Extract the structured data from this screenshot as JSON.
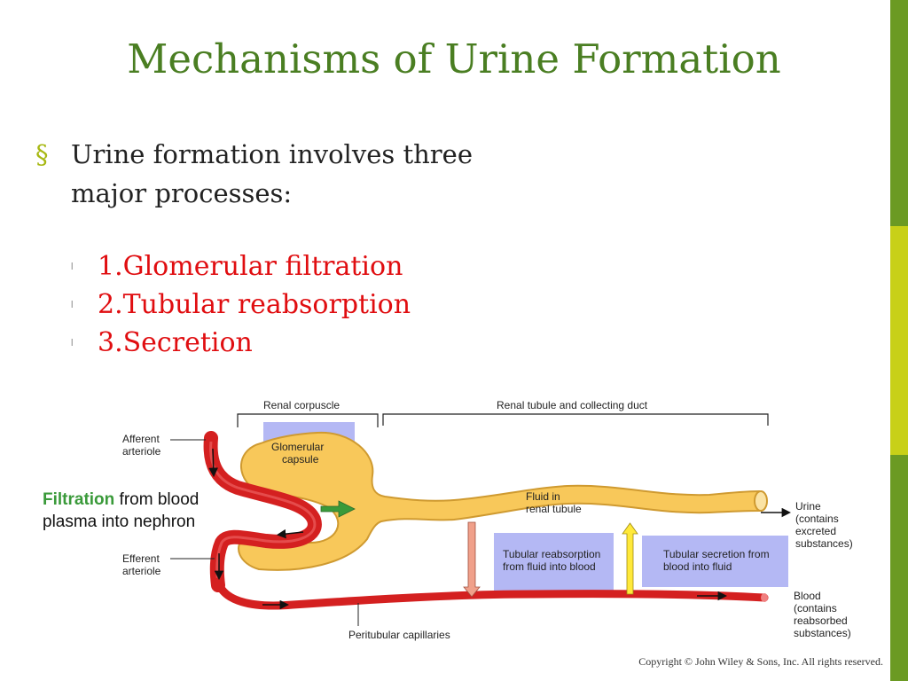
{
  "slide": {
    "title": "Mechanisms of Urine Formation",
    "intro_symbol": "§",
    "intro": "Urine formation involves three major processes:",
    "list_marker": "l",
    "processes": [
      "1.Glomerular filtration",
      "2.Tubular reabsorption",
      "3.Secretion"
    ],
    "copyright": "Copyright © John Wiley & Sons, Inc. All rights reserved."
  },
  "diagram": {
    "renal_corpuscle": "Renal corpuscle",
    "renal_tubule_duct": "Renal tubule and collecting duct",
    "afferent_arteriole": [
      "Afferent",
      "arteriole"
    ],
    "efferent_arteriole": [
      "Efferent",
      "arteriole"
    ],
    "glomerular_capsule": [
      "Glomerular",
      "capsule"
    ],
    "fluid_in_tubule": [
      "Fluid in",
      "renal tubule"
    ],
    "urine": [
      "Urine",
      "(contains",
      "excreted",
      "substances)"
    ],
    "filtration_word": "Filtration",
    "filtration_rest": " from blood",
    "filtration_line2": "plasma into nephron",
    "tubular_reabsorption": [
      "Tubular reabsorption",
      "from fluid into blood"
    ],
    "tubular_secretion": [
      "Tubular secretion from",
      "blood into fluid"
    ],
    "blood": [
      "Blood",
      "(contains",
      "reabsorbed",
      "substances)"
    ],
    "peritubular_capillaries": "Peritubular capillaries"
  },
  "colors": {
    "title": "#4a7e22",
    "process_text": "#e00d10",
    "filtration_green": "#3a9a3a",
    "tubule_fill": "#f8c85a",
    "vessel_red": "#d42020",
    "highlight_box": "#b4b8f4"
  }
}
